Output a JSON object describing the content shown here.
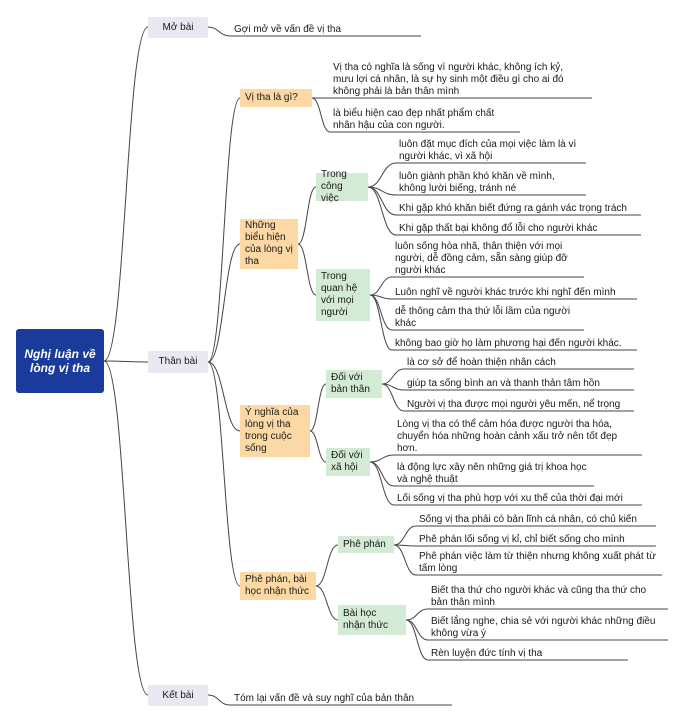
{
  "root": "Nghị luận về lòng vị tha",
  "mo_bai": {
    "label": "Mở bài",
    "items": [
      "Gợi mở về vấn đề vị tha"
    ]
  },
  "than_bai": {
    "label": "Thân bài",
    "vi_tha_la_gi": {
      "label": "Vị tha là gì?",
      "items": [
        "Vị tha có nghĩa là sống vì người khác, không ích kỷ, mưu lợi cá nhân, là sự hy sinh một điều gì cho ai đó không phải là bản thân mình",
        "là biểu hiện cao đẹp nhất phẩm chất nhân hậu của con người."
      ]
    },
    "bieu_hien": {
      "label": "Những biểu hiện của lòng vị tha",
      "cong_viec": {
        "label": "Trong công việc",
        "items": [
          "luôn đặt mục đích của mọi việc làm là vì người khác, vì xã hội",
          "luôn giành phần khó khăn về mình, không lười biếng, tránh né",
          "Khi gặp khó khăn biết đứng ra gánh vác trọng trách",
          "Khi gặp thất bại không đổ lỗi cho người khác"
        ]
      },
      "quan_he": {
        "label": "Trong quan hệ với mọi người",
        "items": [
          "luôn sống hòa nhã, thân thiện với mọi người, dễ đồng cảm, sẵn sàng giúp đỡ người khác",
          "Luôn nghĩ về người khác trước khi nghĩ đến mình",
          "dễ thông cảm tha thứ lỗi lầm của người khác",
          "không bao giờ họ làm phương hại đến người khác."
        ]
      }
    },
    "y_nghia": {
      "label": "Ý nghĩa của lòng vị tha trong cuộc sống",
      "ban_than": {
        "label": "Đối với bản thân",
        "items": [
          "là cơ sở để hoàn thiện nhân cách",
          "giúp ta sống bình an và thanh thản tâm hồn",
          "Người vị tha được mọi người yêu mến, nể trọng"
        ]
      },
      "xa_hoi": {
        "label": "Đối với xã hội",
        "items": [
          "Lòng vị tha có thể cảm hóa được người tha hóa, chuyển hóa những hoàn cảnh xấu trở nên tốt đẹp hơn.",
          "là động lực xây nên những giá trị khoa học và nghệ thuật",
          "Lối sống vị tha phù hợp với xu thế của thời đại mới"
        ]
      }
    },
    "phe_phan": {
      "label": "Phê phán, bài học nhận thức",
      "phe_phan": {
        "label": "Phê phán",
        "items": [
          "Sống vị tha phải có bản lĩnh cá nhân, có chủ kiến",
          "Phê phán lối sống vị kỉ, chỉ biết sống cho mình",
          "Phê phán việc làm từ thiện nhưng không xuất phát từ tấm lòng"
        ]
      },
      "bai_hoc": {
        "label": "Bài học nhận thức",
        "items": [
          "Biết tha thứ cho người khác và cũng tha thứ cho bản thân mình",
          "Biết lắng nghe, chia sẻ với người khác những điều không vừa ý",
          "Rèn luyện đức tính vị tha"
        ]
      }
    }
  },
  "ket_bai": {
    "label": "Kết bài",
    "items": [
      "Tóm lại vấn đề và suy nghĩ của bản thân"
    ]
  },
  "colors": {
    "root": "#1a3a9c",
    "level1": "#e8e8f0",
    "level2": "#fcd9a4",
    "level3": "#d3ead5",
    "line": "#444444"
  }
}
